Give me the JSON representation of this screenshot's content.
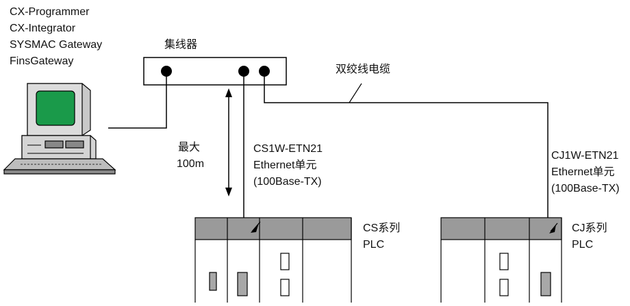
{
  "computer": {
    "software": [
      "CX-Programmer",
      "CX-Integrator",
      "SYSMAC Gateway",
      "FinsGateway"
    ]
  },
  "hub": {
    "label": "集线器"
  },
  "cable": {
    "label": "双绞线电缆"
  },
  "distance": {
    "line1": "最大",
    "line2": "100m"
  },
  "cs_unit": {
    "model": "CS1W-ETN21",
    "type": "Ethernet单元",
    "spec": "(100Base-TX)"
  },
  "cj_unit": {
    "model": "CJ1W-ETN21",
    "type": "Ethernet单元",
    "spec": "(100Base-TX)"
  },
  "cs_plc": {
    "series": "CS系列",
    "name": "PLC"
  },
  "cj_plc": {
    "series": "CJ系列",
    "name": "PLC"
  },
  "colors": {
    "line": "#000000",
    "plc_top_band": "#9a9a9a",
    "led_fill": "#a8a8a8",
    "monitor_screen": "#1a9a4a",
    "pc_body": "#d4d4d4"
  }
}
